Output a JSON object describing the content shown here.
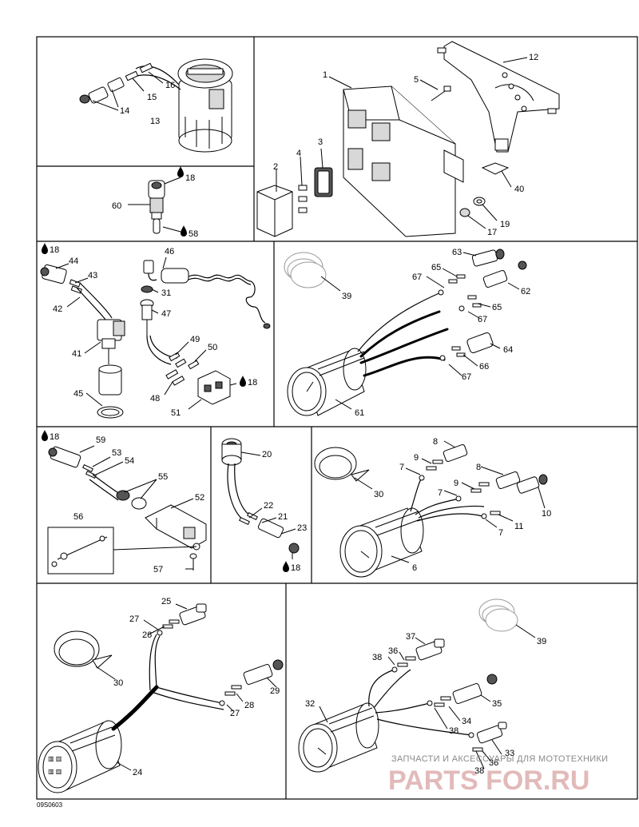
{
  "labels": {
    "p1": {
      "l13": "13",
      "l14": "14",
      "l15": "15",
      "l16": "16"
    },
    "p2": {
      "l1": "1",
      "l2": "2",
      "l3": "3",
      "l4": "4",
      "l5": "5",
      "l12": "12",
      "l17": "17",
      "l19": "19",
      "l40": "40"
    },
    "p3": {
      "l18": "18",
      "l58": "58",
      "l60": "60"
    },
    "p4": {
      "l18a": "18",
      "l44": "44",
      "l43": "43",
      "l42": "42",
      "l41": "41",
      "l45": "45",
      "l46": "46",
      "l31": "31",
      "l47": "47",
      "l49": "49",
      "l50": "50",
      "l48": "48",
      "l51": "51",
      "l18b": "18"
    },
    "p5": {
      "l39": "39",
      "l63": "63",
      "l65a": "65",
      "l67a": "67",
      "l62": "62",
      "l65b": "65",
      "l67b": "67",
      "l64": "64",
      "l66": "66",
      "l67c": "67",
      "l61": "61"
    },
    "p6": {
      "l18a": "18",
      "l59": "59",
      "l53": "53",
      "l54": "54",
      "l55": "55",
      "l56": "56",
      "l52": "52",
      "l57": "57"
    },
    "p7": {
      "l20": "20",
      "l22": "22",
      "l21": "21",
      "l23": "23",
      "l18": "18"
    },
    "p8": {
      "l8a": "8",
      "l9a": "9",
      "l7a": "7",
      "l8b": "8",
      "l9b": "9",
      "l30": "30",
      "l7b": "7",
      "l10": "10",
      "l11": "11",
      "l7c": "7",
      "l6": "6"
    },
    "p9": {
      "l25": "25",
      "l27a": "27",
      "l26": "26",
      "l30": "30",
      "l29": "29",
      "l28": "28",
      "l27b": "27",
      "l24": "24"
    },
    "p10": {
      "l39": "39",
      "l37": "37",
      "l38a": "38",
      "l36a": "36",
      "l32": "32",
      "l35": "35",
      "l34": "34",
      "l38b": "38",
      "l33": "33",
      "l36b": "36",
      "l38c": "38"
    }
  },
  "watermark": {
    "line1": "ЗАПЧАСТИ И АКСЕССУАРЫ ДЛЯ МОТОТЕХНИКИ",
    "line2": "PARTS FOR.RU"
  },
  "reference_code": "09S0603"
}
